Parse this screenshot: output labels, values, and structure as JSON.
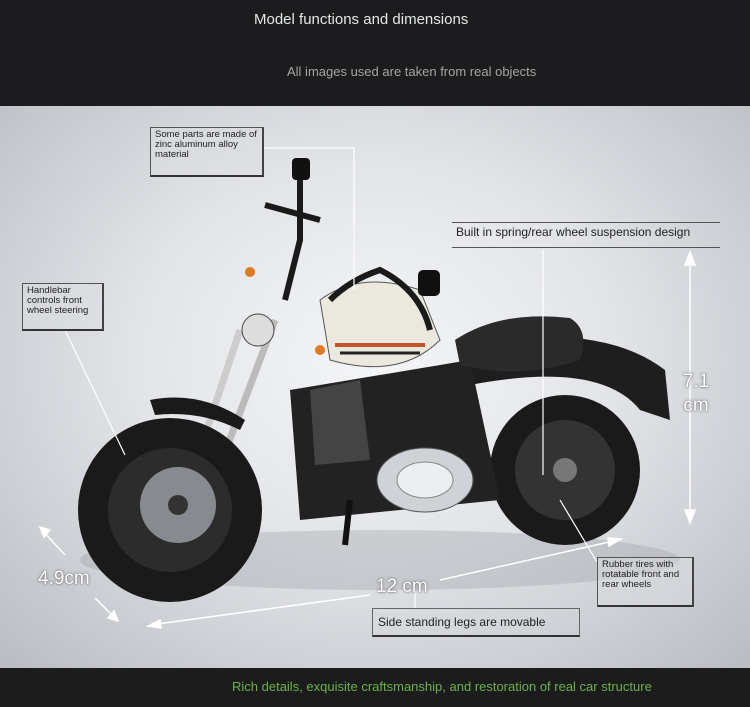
{
  "header": {
    "title": "Model functions and dimensions",
    "subtitle": "All images used are taken from real objects"
  },
  "callouts": {
    "material": "Some parts are made of zinc aluminum alloy material",
    "suspension": "Built in spring/rear wheel suspension design",
    "handlebar": "Handlebar controls front wheel steering",
    "tires": "Rubber tires with rotatable front and rear wheels",
    "stand": "Side standing legs are movable"
  },
  "dimensions": {
    "height": "7.1 cm",
    "width": "4.9cm",
    "length": "12 cm"
  },
  "footer": {
    "text": "Rich details, exquisite craftsmanship, and restoration of real car structure"
  }
}
